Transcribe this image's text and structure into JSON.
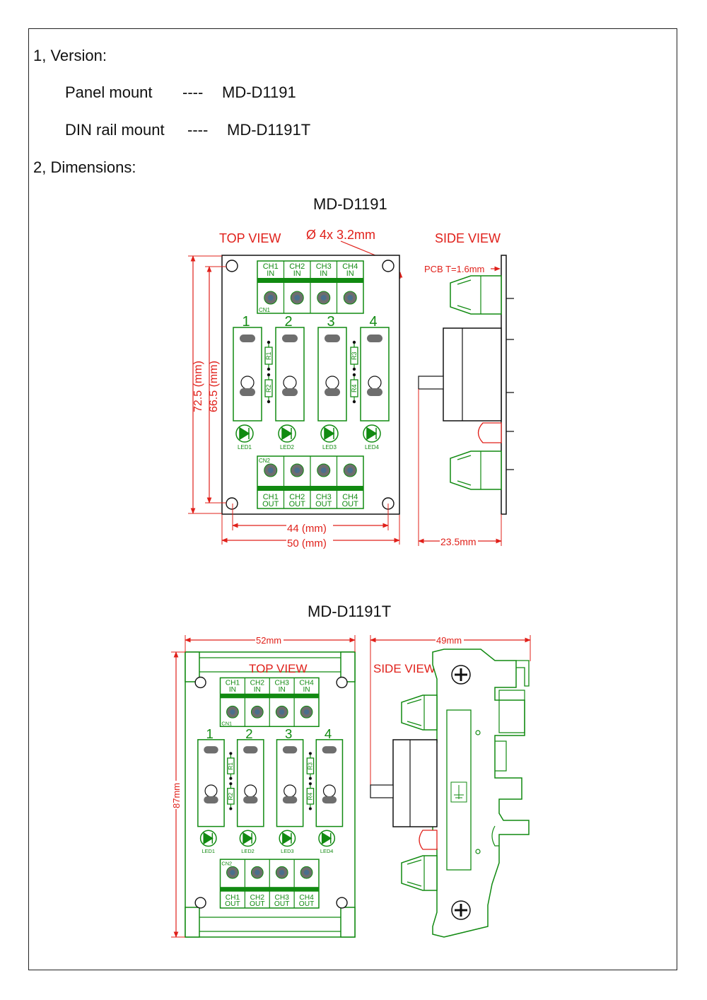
{
  "doc": {
    "version_heading": "1, Version:",
    "versions": [
      {
        "label": "Panel mount",
        "sep": "----",
        "model": "MD-D1191"
      },
      {
        "label": "DIN rail mount",
        "sep": "----",
        "model": "MD-D1191T"
      }
    ],
    "dimensions_heading": "2, Dimensions:"
  },
  "figure1": {
    "title": "MD-D1191",
    "top_view": "TOP  VIEW",
    "side_view": "SIDE  VIEW",
    "hole_callout": "Ø 4x  3.2mm",
    "pcb_thickness": "PCB  T=1.6mm",
    "dim_height_outer": "72.5  (mm)",
    "dim_height_inner": "66.5  (mm)",
    "dim_width_inner": "44  (mm)",
    "dim_width_outer": "50  (mm)",
    "dim_side_depth": "23.5mm"
  },
  "figure2": {
    "title": "MD-D1191T",
    "top_view": "TOP  VIEW",
    "side_view": "SIDE  VIEW",
    "dim_width": "52mm",
    "dim_height": "87mm",
    "dim_depth": "49mm"
  },
  "board": {
    "in_labels": [
      [
        "CH1",
        "IN"
      ],
      [
        "CH2",
        "IN"
      ],
      [
        "CH3",
        "IN"
      ],
      [
        "CH4",
        "IN"
      ]
    ],
    "out_labels": [
      [
        "CH1",
        "OUT"
      ],
      [
        "CH2",
        "OUT"
      ],
      [
        "CH3",
        "OUT"
      ],
      [
        "CH4",
        "OUT"
      ]
    ],
    "cn_in": "CN1",
    "cn_out": "CN2",
    "channels": [
      "1",
      "2",
      "3",
      "4"
    ],
    "resistors": [
      "R1",
      "R2",
      "R3",
      "R4"
    ],
    "leds": [
      "LED1",
      "LED2",
      "LED3",
      "LED4"
    ]
  },
  "colors": {
    "green": "#118a11",
    "red": "#e0201a",
    "line": "#111111"
  }
}
